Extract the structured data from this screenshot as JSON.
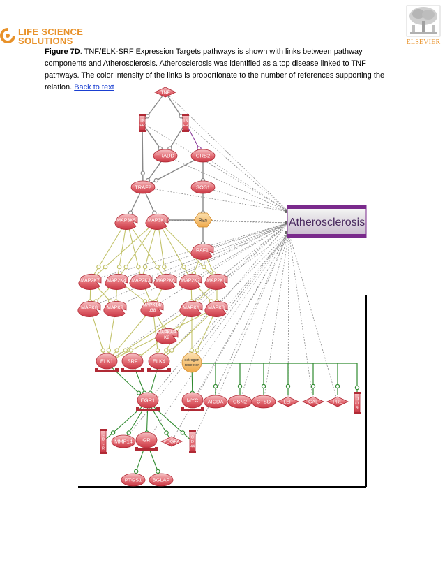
{
  "header": {
    "left_logo_line1": "LIFE SCIENCE",
    "left_logo_line2": "SOLUTIONS",
    "right_logo_text": "ELSEVIER"
  },
  "caption": {
    "figure_label": "Figure 7D",
    "text": ".  TNF/ELK-SRF Expression Targets pathways is shown with links between pathway components and Atherosclerosis. Atherosclerosis was identified as a top disease linked to TNF pathways. The color intensity of the links is proportionate to the number of references supporting the relation. ",
    "link_text": "Back to text"
  },
  "diagram": {
    "disease": "Atherosclerosis",
    "colors": {
      "node_fill": "#e0555e",
      "node_light": "#f4b8bb",
      "node_stroke": "#b02a35",
      "ras_fill": "#f6b862",
      "disease_fill": "#7a2a8c",
      "edge_gray": "#888888",
      "edge_olive": "#c2c26a",
      "edge_green": "#2f8a2f"
    },
    "nodes": [
      {
        "id": "tnf",
        "label": "TNF",
        "shape": "diamond"
      },
      {
        "id": "tnfr1",
        "label": "TN FR",
        "shape": "receptor"
      },
      {
        "id": "tnfr2",
        "label": "TN FR",
        "shape": "receptor"
      },
      {
        "id": "tradd",
        "label": "TRADD",
        "shape": "ellipse"
      },
      {
        "id": "grb2",
        "label": "GRB2",
        "shape": "ellipse"
      },
      {
        "id": "traf2",
        "label": "TRAF2",
        "shape": "ellipse"
      },
      {
        "id": "sos1",
        "label": "SOS1",
        "shape": "ellipse"
      },
      {
        "id": "map3k5",
        "label": "MAP3K5",
        "shape": "kinase"
      },
      {
        "id": "map3k1",
        "label": "MAP3K1",
        "shape": "kinase"
      },
      {
        "id": "ras",
        "label": "Ras",
        "shape": "hexagon"
      },
      {
        "id": "raf1",
        "label": "RAF1",
        "shape": "kinase"
      },
      {
        "id": "map2k7",
        "label": "MAP2K7",
        "shape": "kinase"
      },
      {
        "id": "map2k4",
        "label": "MAP2K4",
        "shape": "kinase"
      },
      {
        "id": "map2k3",
        "label": "MAP2K3",
        "shape": "kinase"
      },
      {
        "id": "map2k6",
        "label": "MAP2K6",
        "shape": "kinase"
      },
      {
        "id": "map2k2",
        "label": "MAP2K2",
        "shape": "kinase"
      },
      {
        "id": "map2k1",
        "label": "MAP2K1",
        "shape": "kinase"
      },
      {
        "id": "mapk8",
        "label": "MAPK8",
        "shape": "kinase"
      },
      {
        "id": "mapk9",
        "label": "MAPK9",
        "shape": "kinase"
      },
      {
        "id": "mapk14",
        "label": "MAPK14/ p38",
        "shape": "kinase"
      },
      {
        "id": "mapk1",
        "label": "MAPK1",
        "shape": "kinase"
      },
      {
        "id": "mapk3",
        "label": "MAPK3",
        "shape": "kinase"
      },
      {
        "id": "mapkapk2",
        "label": "MAPKAP K2",
        "shape": "kinase"
      },
      {
        "id": "elk1",
        "label": "ELK1",
        "shape": "tf"
      },
      {
        "id": "srf",
        "label": "SRF",
        "shape": "tf"
      },
      {
        "id": "elk4",
        "label": "ELK4",
        "shape": "tf"
      },
      {
        "id": "esr",
        "label": "estrogen receptor",
        "shape": "circle"
      },
      {
        "id": "egr1",
        "label": "EGR1",
        "shape": "tf"
      },
      {
        "id": "myc",
        "label": "MYC",
        "shape": "tf"
      },
      {
        "id": "aicda",
        "label": "AICDA",
        "shape": "ellipse"
      },
      {
        "id": "csn2",
        "label": "CSN2",
        "shape": "ellipse"
      },
      {
        "id": "ctsd",
        "label": "CTSD",
        "shape": "ellipse"
      },
      {
        "id": "lep",
        "label": "LEP",
        "shape": "diamond"
      },
      {
        "id": "gal",
        "label": "GAL",
        "shape": "diamond"
      },
      {
        "id": "prl",
        "label": "PRL",
        "shape": "diamond"
      },
      {
        "id": "oxtr",
        "label": "O XT R",
        "shape": "receptor"
      },
      {
        "id": "ldlr",
        "label": "L D L R",
        "shape": "receptor"
      },
      {
        "id": "mmp14",
        "label": "MMP14",
        "shape": "ellipse"
      },
      {
        "id": "gr",
        "label": "GR",
        "shape": "tf"
      },
      {
        "id": "pdgfa",
        "label": "PDGFA",
        "shape": "diamond"
      },
      {
        "id": "cd44",
        "label": "C D 44",
        "shape": "receptor"
      },
      {
        "id": "ptgs1",
        "label": "PTGS1",
        "shape": "ellipse"
      },
      {
        "id": "bglap",
        "label": "BGLAP",
        "shape": "ellipse"
      }
    ],
    "edges": [
      {
        "from": "tnf",
        "to": "tnfr1",
        "kind": "gray"
      },
      {
        "from": "tnf",
        "to": "tnfr2",
        "kind": "gray"
      },
      {
        "from": "tnfr1",
        "to": "tradd",
        "kind": "gray"
      },
      {
        "from": "tnfr1",
        "to": "traf2",
        "kind": "gray"
      },
      {
        "from": "tnfr2",
        "to": "grb2",
        "kind": "purple"
      },
      {
        "from": "tnfr2",
        "to": "tradd",
        "kind": "gray"
      },
      {
        "from": "tradd",
        "to": "traf2",
        "kind": "gray"
      },
      {
        "from": "grb2",
        "to": "sos1",
        "kind": "gray"
      },
      {
        "from": "grb2",
        "to": "traf2",
        "kind": "gray"
      },
      {
        "from": "sos1",
        "to": "ras",
        "kind": "gray"
      },
      {
        "from": "traf2",
        "to": "map3k5",
        "kind": "gray"
      },
      {
        "from": "traf2",
        "to": "map3k1",
        "kind": "gray"
      },
      {
        "from": "ras",
        "to": "map3k1",
        "kind": "gray"
      },
      {
        "from": "ras",
        "to": "raf1",
        "kind": "gray"
      },
      {
        "from": "map3k5",
        "to": "map2k7",
        "kind": "olive"
      },
      {
        "from": "map3k5",
        "to": "map2k4",
        "kind": "olive"
      },
      {
        "from": "map3k5",
        "to": "map2k3",
        "kind": "olive"
      },
      {
        "from": "map3k5",
        "to": "map2k6",
        "kind": "olive"
      },
      {
        "from": "map3k1",
        "to": "map2k7",
        "kind": "olive"
      },
      {
        "from": "map3k1",
        "to": "map2k4",
        "kind": "olive"
      },
      {
        "from": "map3k1",
        "to": "map2k3",
        "kind": "olive"
      },
      {
        "from": "map3k1",
        "to": "map2k6",
        "kind": "olive"
      },
      {
        "from": "map3k1",
        "to": "map2k2",
        "kind": "olive"
      },
      {
        "from": "map3k1",
        "to": "map2k1",
        "kind": "olive"
      },
      {
        "from": "raf1",
        "to": "map2k2",
        "kind": "olive"
      },
      {
        "from": "raf1",
        "to": "map2k1",
        "kind": "olive"
      },
      {
        "from": "map2k7",
        "to": "mapk8",
        "kind": "olive"
      },
      {
        "from": "map2k7",
        "to": "mapk9",
        "kind": "olive"
      },
      {
        "from": "map2k4",
        "to": "mapk8",
        "kind": "olive"
      },
      {
        "from": "map2k4",
        "to": "mapk9",
        "kind": "olive"
      },
      {
        "from": "map2k4",
        "to": "mapk14",
        "kind": "olive"
      },
      {
        "from": "map2k3",
        "to": "mapk14",
        "kind": "olive"
      },
      {
        "from": "map2k6",
        "to": "mapk14",
        "kind": "olive"
      },
      {
        "from": "map2k2",
        "to": "mapk1",
        "kind": "olive"
      },
      {
        "from": "map2k2",
        "to": "mapk3",
        "kind": "olive"
      },
      {
        "from": "map2k1",
        "to": "mapk1",
        "kind": "olive"
      },
      {
        "from": "map2k1",
        "to": "mapk3",
        "kind": "olive"
      },
      {
        "from": "mapk14",
        "to": "mapkapk2",
        "kind": "olive"
      },
      {
        "from": "mapk8",
        "to": "elk1",
        "kind": "olive"
      },
      {
        "from": "mapk9",
        "to": "elk1",
        "kind": "olive"
      },
      {
        "from": "mapk14",
        "to": "elk1",
        "kind": "olive"
      },
      {
        "from": "mapk14",
        "to": "elk4",
        "kind": "olive"
      },
      {
        "from": "mapk1",
        "to": "elk1",
        "kind": "olive"
      },
      {
        "from": "mapk1",
        "to": "elk4",
        "kind": "olive"
      },
      {
        "from": "mapk3",
        "to": "elk1",
        "kind": "olive"
      },
      {
        "from": "mapk3",
        "to": "elk4",
        "kind": "olive"
      },
      {
        "from": "mapk1",
        "to": "esr",
        "kind": "olive"
      },
      {
        "from": "mapk3",
        "to": "esr",
        "kind": "olive"
      },
      {
        "from": "mapkapk2",
        "to": "srf",
        "kind": "olive"
      },
      {
        "from": "elk1",
        "to": "egr1",
        "kind": "green"
      },
      {
        "from": "srf",
        "to": "egr1",
        "kind": "green"
      },
      {
        "from": "elk4",
        "to": "egr1",
        "kind": "green"
      },
      {
        "from": "esr",
        "to": "myc",
        "kind": "green"
      },
      {
        "from": "egr1",
        "to": "ldlr",
        "kind": "green"
      },
      {
        "from": "egr1",
        "to": "mmp14",
        "kind": "green"
      },
      {
        "from": "egr1",
        "to": "gr",
        "kind": "green"
      },
      {
        "from": "egr1",
        "to": "pdgfa",
        "kind": "green"
      },
      {
        "from": "egr1",
        "to": "cd44",
        "kind": "green"
      },
      {
        "from": "gr",
        "to": "ptgs1",
        "kind": "green"
      },
      {
        "from": "gr",
        "to": "bglap",
        "kind": "green"
      }
    ],
    "disease_links_from": [
      "tnf",
      "tnfr1",
      "tnfr2",
      "tradd",
      "grb2",
      "traf2",
      "sos1",
      "map3k1",
      "ras",
      "raf1",
      "map2k7",
      "map2k4",
      "map2k3",
      "map2k6",
      "map2k2",
      "map2k1",
      "mapk8",
      "mapk9",
      "mapk14",
      "mapk1",
      "mapk3",
      "mapkapk2",
      "elk1",
      "elk4",
      "esr",
      "egr1",
      "myc",
      "aicda",
      "csn2",
      "ctsd",
      "lep",
      "gal",
      "prl",
      "mmp14",
      "gr",
      "pdgfa",
      "cd44"
    ],
    "esr_targets": [
      "aicda",
      "csn2",
      "ctsd",
      "lep",
      "gal",
      "prl",
      "oxtr"
    ]
  }
}
